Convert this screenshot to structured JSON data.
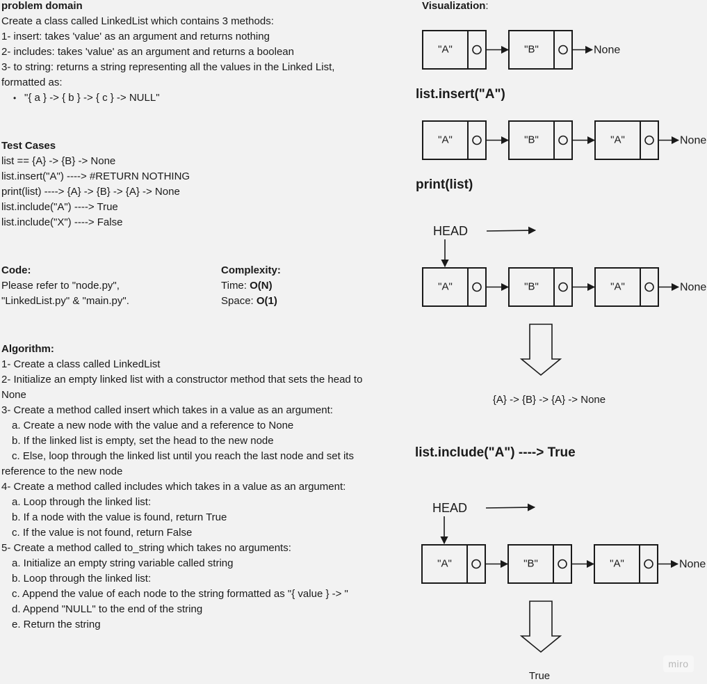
{
  "problem": {
    "heading": "problem domain",
    "description": "Create a class called LinkedList which contains 3 methods:",
    "methods": [
      "1- insert: takes 'value' as an argument and returns nothing",
      "2- includes: takes 'value' as an argument and returns a boolean",
      "3- to string: returns a string representing all the values in the Linked List,",
      "formatted as:"
    ],
    "format_example": "\"{ a } -> { b } -> { c } -> NULL\""
  },
  "tests": {
    "heading": "Test Cases",
    "lines": [
      "list == {A} -> {B} -> None",
      "list.insert(\"A\") ----> #RETURN NOTHING",
      "print(list)  ----> {A} -> {B} -> {A} -> None",
      "list.include(\"A\") ----> True",
      "list.include(\"X\") ----> False"
    ]
  },
  "code": {
    "heading": "Code:",
    "line1": "Please refer to \"node.py\",",
    "line2": "\"LinkedList.py\" & \"main.py\"."
  },
  "complexity": {
    "heading": "Complexity:",
    "time_label": "Time: ",
    "time_value": "O(N)",
    "space_label": "Space: ",
    "space_value": "O(1)"
  },
  "algorithm": {
    "heading": "Algorithm:",
    "lines": [
      {
        "text": "1- Create a class called LinkedList",
        "indent": false
      },
      {
        "text": "2- Initialize an empty linked list with a constructor method that sets the head to",
        "indent": false
      },
      {
        "text": "None",
        "indent": false
      },
      {
        "text": "3- Create a method called insert which takes in a value as an argument:",
        "indent": false
      },
      {
        "text": "a. Create a new node with the value and a reference to None",
        "indent": true
      },
      {
        "text": "b. If the linked list is empty, set the head to the new node",
        "indent": true
      },
      {
        "text": "c. Else, loop through the linked list until you reach the last node and set its",
        "indent": true
      },
      {
        "text": "reference to the new node",
        "indent": false
      },
      {
        "text": "4- Create a method called includes which takes in a value as an argument:",
        "indent": false
      },
      {
        "text": "a. Loop through the linked list:",
        "indent": true
      },
      {
        "text": "b. If a node with the value is found, return True",
        "indent": true
      },
      {
        "text": "c. If the value is not found, return False",
        "indent": true
      },
      {
        "text": "5- Create a method called to_string which takes no arguments:",
        "indent": false
      },
      {
        "text": "a. Initialize an empty string variable called string",
        "indent": true
      },
      {
        "text": "b. Loop through the linked list:",
        "indent": true
      },
      {
        "text": "c. Append the value of each node to the string formatted as \"{ value } -> \"",
        "indent": true
      },
      {
        "text": "d. Append \"NULL\" to the end of the string",
        "indent": true
      },
      {
        "text": "e. Return the string",
        "indent": true
      }
    ]
  },
  "visualization": {
    "heading": "Visualization",
    "heading_suffix": ":",
    "none_label": "None",
    "head_label": "HEAD",
    "diagrams": [
      {
        "title": "",
        "nodes": [
          "\"A\"",
          "\"B\""
        ],
        "head": false,
        "result": ""
      },
      {
        "title": "list.insert(\"A\")",
        "nodes": [
          "\"A\"",
          "\"B\"",
          "\"A\""
        ],
        "head": false,
        "result": ""
      },
      {
        "title": "print(list)",
        "nodes": [
          "\"A\"",
          "\"B\"",
          "\"A\""
        ],
        "head": true,
        "result": "{A} -> {B} -> {A} -> None"
      },
      {
        "title": "list.include(\"A\") ----> True",
        "nodes": [
          "\"A\"",
          "\"B\"",
          "\"A\""
        ],
        "head": true,
        "result": "True"
      }
    ]
  },
  "watermark": "miro",
  "colors": {
    "background": "#f2f2f2",
    "stroke": "#1a1a1a",
    "node_fill": "#f2f2f2"
  }
}
